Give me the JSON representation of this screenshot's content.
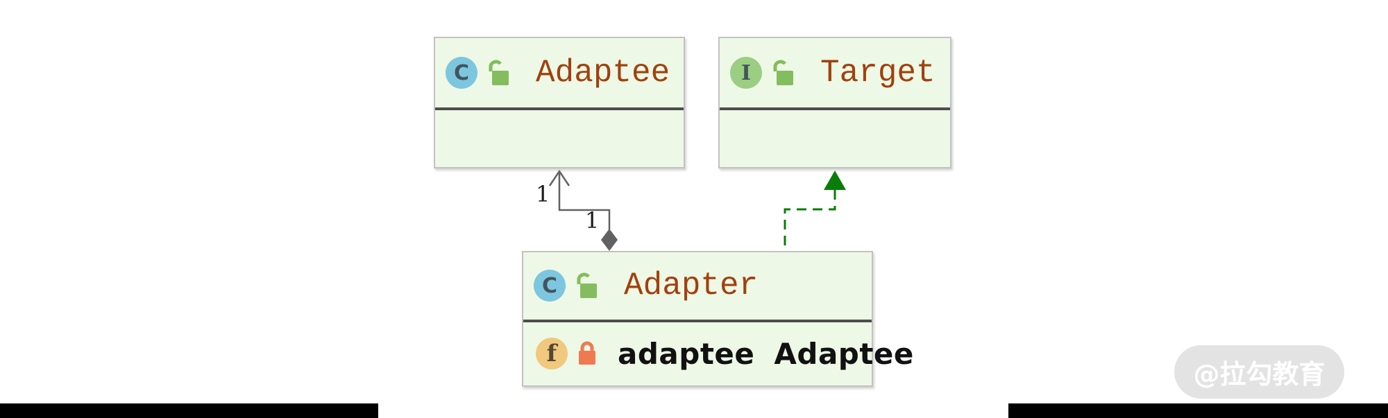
{
  "diagram_type": "uml-class-diagram (Adapter pattern)",
  "colors": {
    "box_fill": "#eef8e6",
    "box_border": "#c2c2c2",
    "separator": "#4d4d4d",
    "class_name_text": "#a0410e",
    "field_text": "#111111",
    "class_badge_bg": "#7cc6e0",
    "interface_badge_bg": "#9bcd83",
    "field_badge_bg": "#f0c87e",
    "badge_letter": "#44545c",
    "open_lock": "#83bd5d",
    "closed_lock": "#ef7a52",
    "relation_gray": "#616161",
    "relation_green": "#0a7c0a",
    "label_text": "#1a1a1a",
    "watermark_bg": "#e3e3e3",
    "watermark_text": "#ffffff",
    "footer_bar": "#000000"
  },
  "classes": [
    {
      "name": "Adaptee",
      "stereotype": "class",
      "badge_letter": "C",
      "lock": "open",
      "fields": []
    },
    {
      "name": "Target",
      "stereotype": "interface",
      "badge_letter": "I",
      "lock": "open",
      "fields": []
    },
    {
      "name": "Adapter",
      "stereotype": "class",
      "badge_letter": "C",
      "lock": "open",
      "fields": [
        {
          "badge_letter": "f",
          "lock": "closed",
          "name": "adaptee",
          "type": "Adaptee"
        }
      ]
    }
  ],
  "relations": [
    {
      "type": "composition",
      "from": "Adapter",
      "to": "Adaptee",
      "source_multiplicity": "1",
      "target_multiplicity": "1"
    },
    {
      "type": "realization",
      "from": "Adapter",
      "to": "Target"
    }
  ],
  "watermark": {
    "text": "@拉勾教育"
  }
}
